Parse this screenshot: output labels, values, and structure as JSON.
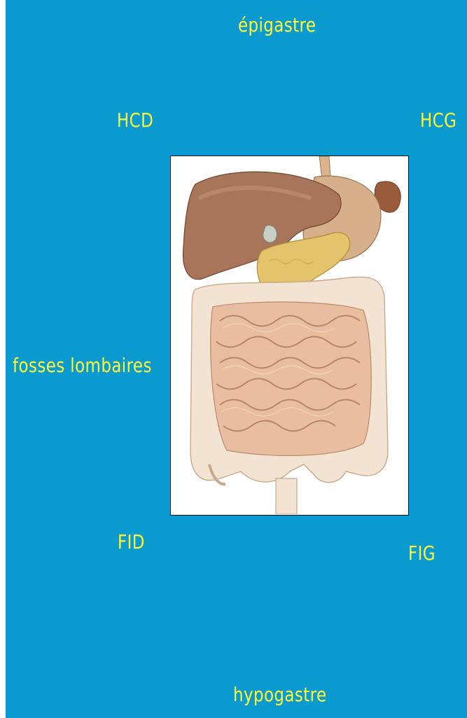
{
  "labels": {
    "epigastre": "épigastre",
    "hcd": "HCD",
    "hcg": "HCG",
    "fosses_lombaires": "fosses lombaires",
    "fid": "FID",
    "fig": "FIG",
    "hypogastre": "hypogastre"
  },
  "colors": {
    "background": "#0a9ad0",
    "label": "#ffff33",
    "frame_border": "#111111"
  },
  "illustration": {
    "icon": "digestive-system-illustration"
  }
}
